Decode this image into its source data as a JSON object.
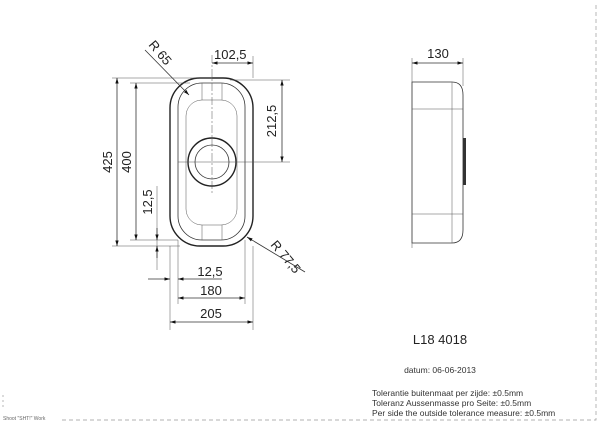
{
  "drawing": {
    "front_view": {
      "dimensions": {
        "radius_top": "R 65",
        "offset_center": "102,5",
        "height_to_drain": "212,5",
        "overall_height": "425",
        "inner_height": "400",
        "rim_vertical": "12,5",
        "rim_horizontal": "12,5",
        "inner_width": "180",
        "overall_width": "205",
        "radius_outer": "R 77,5"
      }
    },
    "side_view": {
      "dimensions": {
        "depth": "130"
      }
    },
    "title_block": {
      "model": "L18 4018",
      "date": "datum: 06-06-2013",
      "tolerances": [
        "Tolerantie buitenmaat per zijde: ±0.5mm",
        "Toleranz Aussenmasse pro Seite: ±0.5mm",
        "Per side the outside tolerance measure: ±0.5mm"
      ]
    },
    "watermark": "Shoot \"SHT!\" Work"
  }
}
